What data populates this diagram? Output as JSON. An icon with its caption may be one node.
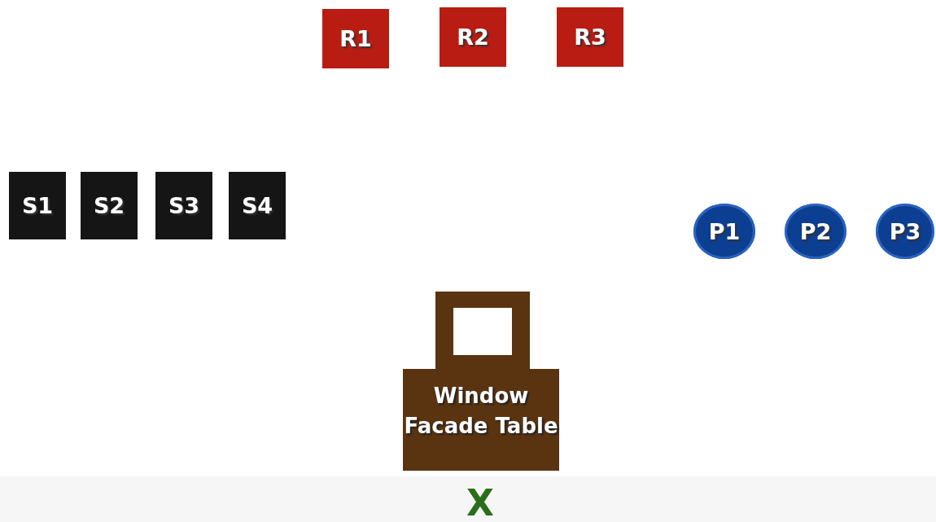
{
  "diagram": {
    "nodes": [
      {
        "text": [
          "R1"
        ]
      },
      {
        "text": [
          "R2"
        ]
      },
      {
        "text": [
          "R3"
        ]
      },
      {
        "text": [
          "S1"
        ]
      },
      {
        "text": [
          "S2"
        ]
      },
      {
        "text": [
          "S3"
        ]
      },
      {
        "text": [
          "S4"
        ]
      },
      {
        "text": [
          "P1"
        ]
      },
      {
        "text": [
          "P2"
        ]
      },
      {
        "text": [
          "P3"
        ]
      },
      {
        "text": [
          "Window Facade Table"
        ]
      }
    ],
    "edges": [],
    "labels": [
      "X"
    ]
  }
}
